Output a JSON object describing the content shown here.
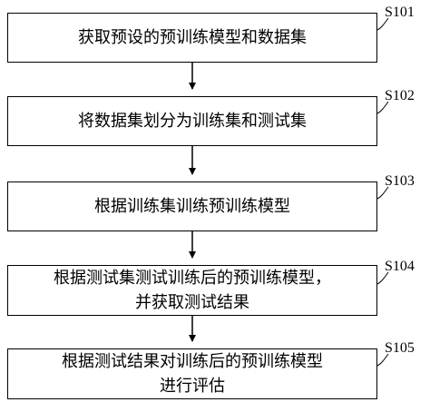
{
  "steps": [
    {
      "id": "S101",
      "text": "获取预设的预训练模型和数据集"
    },
    {
      "id": "S102",
      "text": "将数据集划分为训练集和测试集"
    },
    {
      "id": "S103",
      "text": "根据训练集训练预训练模型"
    },
    {
      "id": "S104",
      "text": "根据测试集测试训练后的预训练模型，\n并获取测试结果"
    },
    {
      "id": "S105",
      "text": "根据测试结果对训练后的预训练模型\n进行评估"
    }
  ]
}
